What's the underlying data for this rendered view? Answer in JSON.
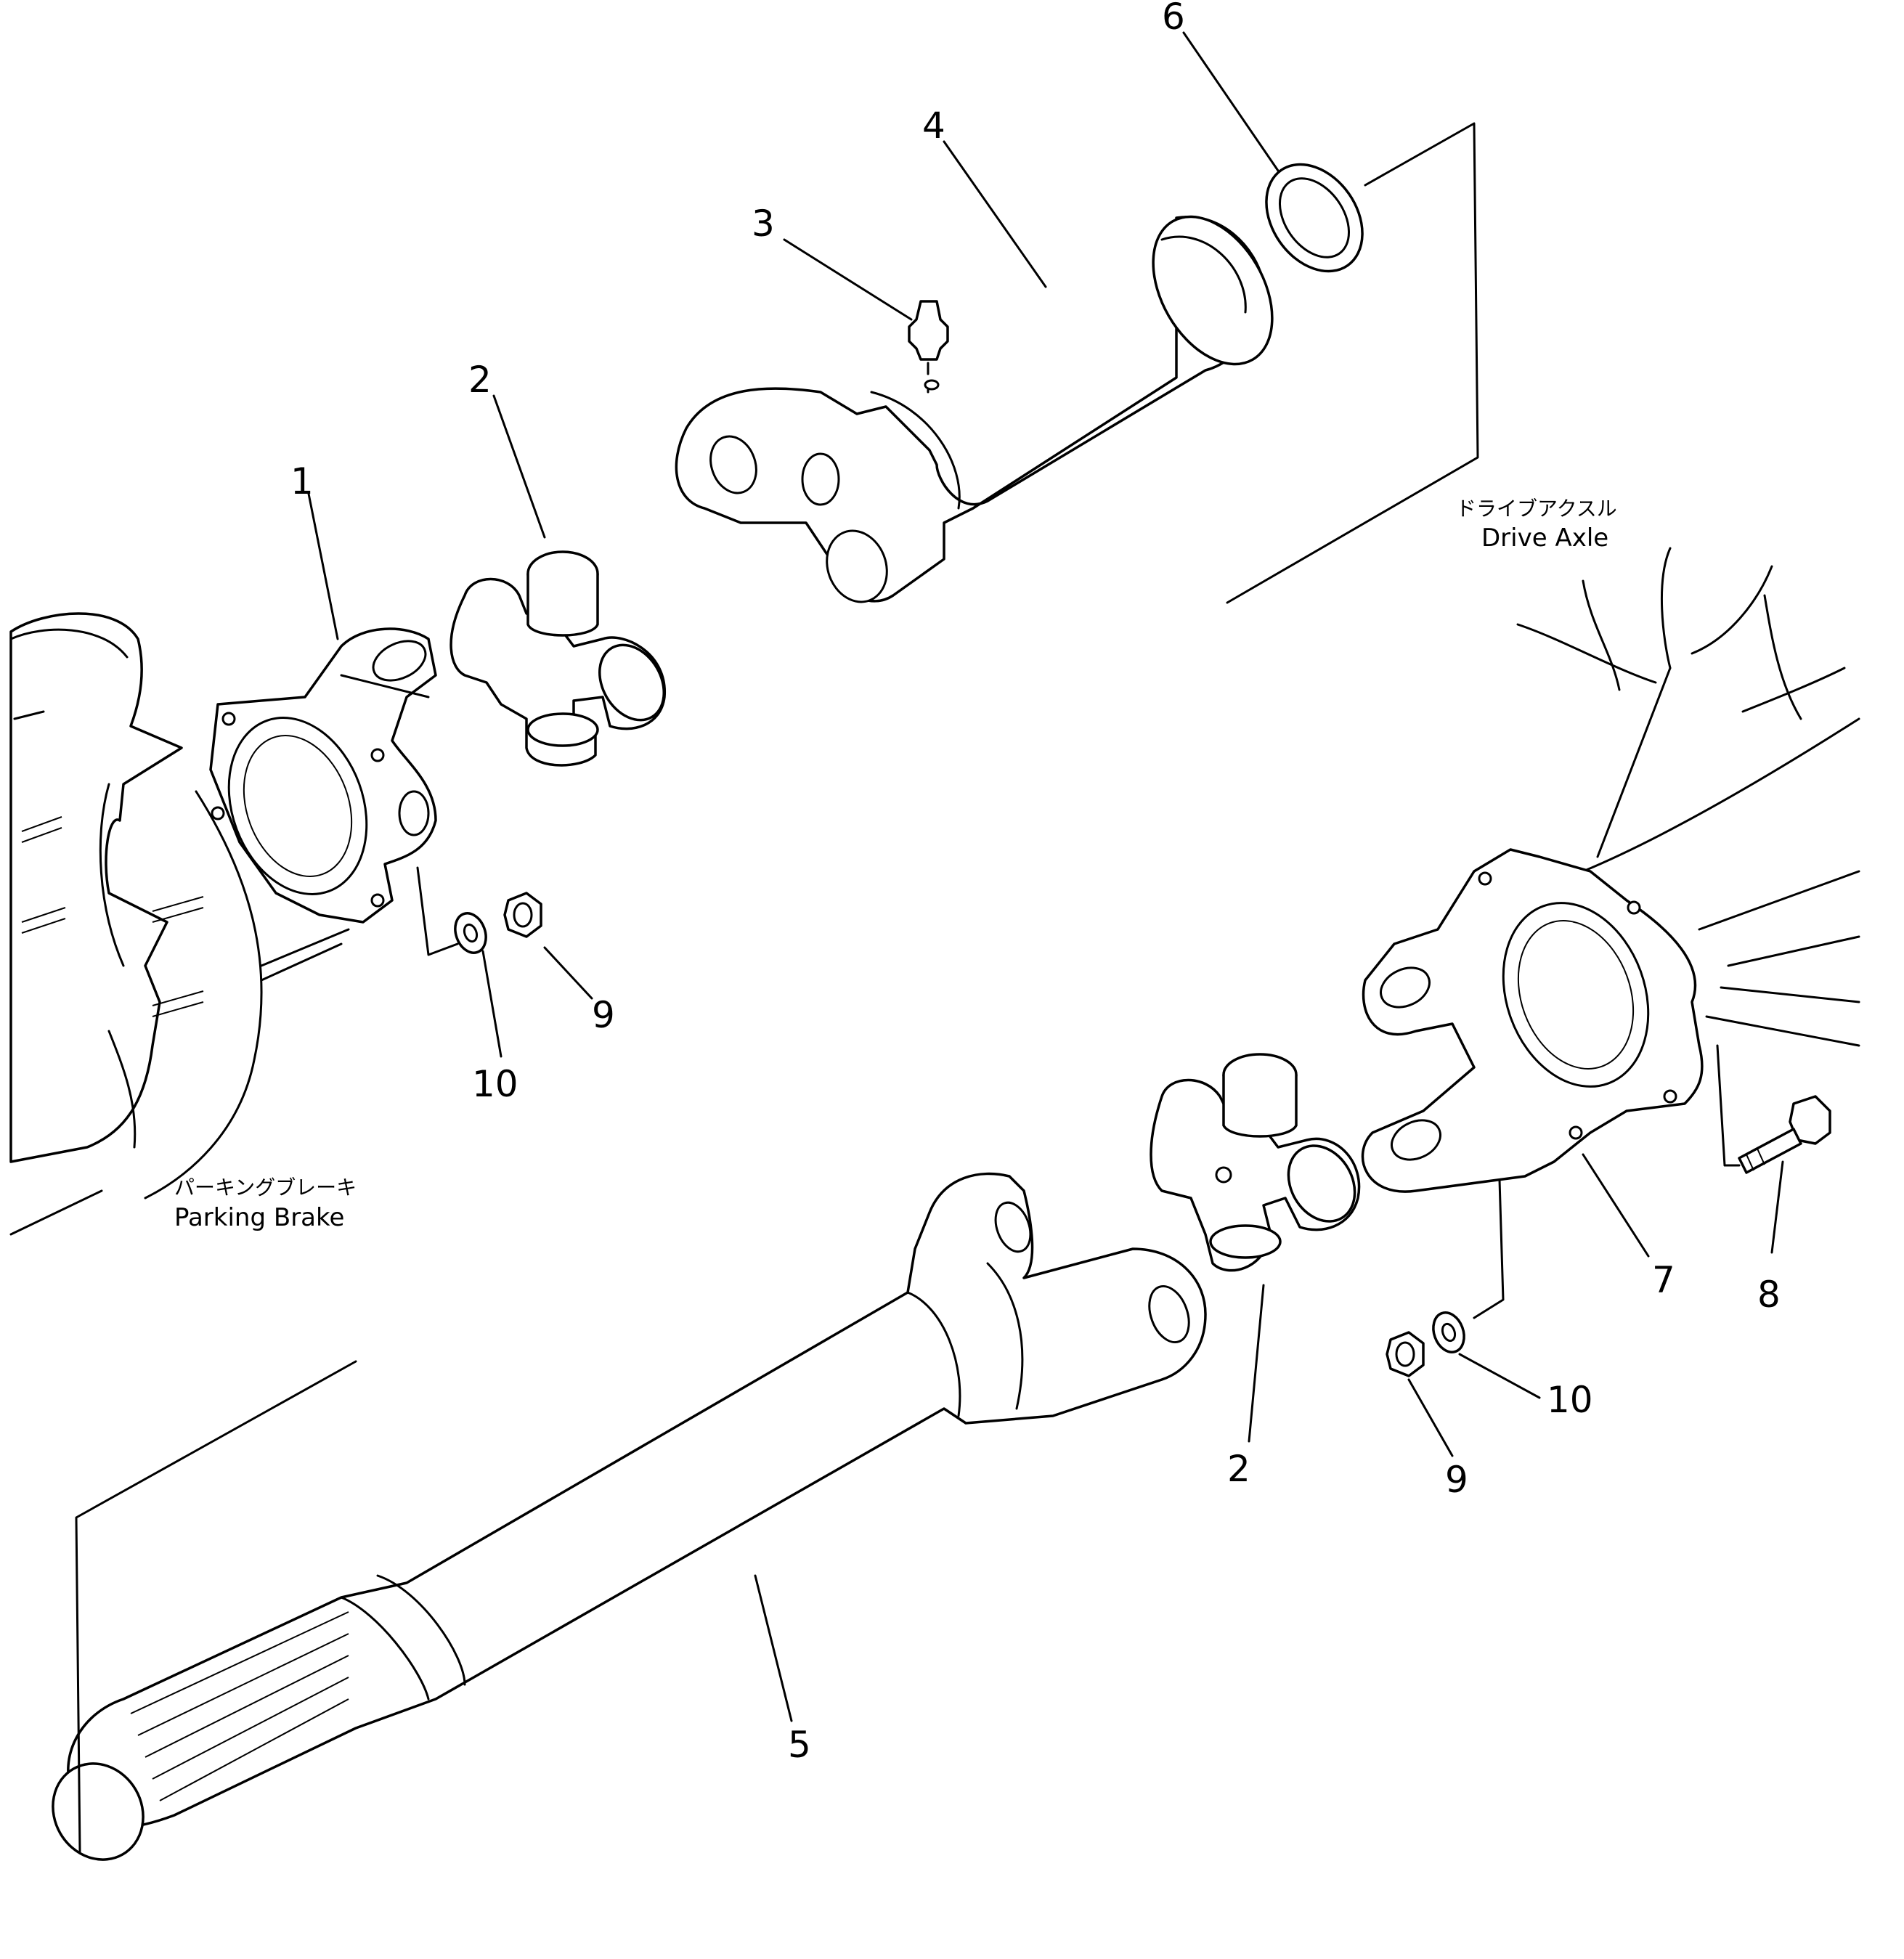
{
  "labels": {
    "parking_brake_jp": "パーキングブレーキ",
    "parking_brake_en": "Parking Brake",
    "drive_axle_jp": "ドライブアクスル",
    "drive_axle_en": "Drive Axle"
  },
  "callouts": {
    "p1": "1",
    "p2a": "2",
    "p2b": "2",
    "p3": "3",
    "p4": "4",
    "p5": "5",
    "p6": "6",
    "p7": "7",
    "p8": "8",
    "p9a": "9",
    "p9b": "9",
    "p10a": "10",
    "p10b": "10"
  }
}
